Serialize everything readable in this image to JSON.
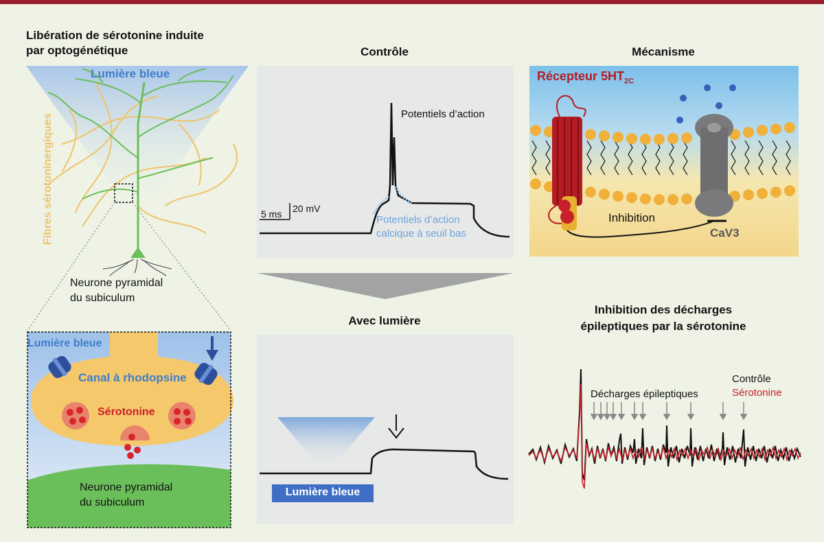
{
  "colors": {
    "top_bar": "#9b1f2e",
    "background": "#eef3e6",
    "blue_light": "#3f7ec6",
    "serotonin_red": "#c8202b",
    "fibers_yellow": "#f0c36a",
    "neuron_green": "#6bbf5a",
    "channel_blue": "#2e4f9c"
  },
  "panel_left": {
    "title_line1": "Libération de sérotonine induite",
    "title_line2": "par optogénétique",
    "light_label": "Lumière bleue",
    "fibers_label": "Fibres sérotoninergiques",
    "neuron_label_line1": "Neurone pyramidal",
    "neuron_label_line2": "du subiculum",
    "inset": {
      "light_label": "Lumière bleue",
      "channel_label": "Canal à rhodopsine",
      "serotonin_label": "Sérotonine",
      "neuron_label_line1": "Neurone pyramidal",
      "neuron_label_line2": "du subiculum"
    }
  },
  "panel_control": {
    "title": "Contrôle",
    "action_potentials_label": "Potentiels d’action",
    "low_threshold_line1": "Potentiels d’action",
    "low_threshold_line2": "calcique à seuil bas",
    "scale_time": "5 ms",
    "scale_voltage": "20 mV"
  },
  "panel_light": {
    "title": "Avec lumière",
    "light_button_label": "Lumière bleue"
  },
  "panel_mechanism": {
    "title": "Mécanisme",
    "receptor_label": "Récepteur 5HT",
    "receptor_subscript": "2C",
    "inhibition_label": "Inhibition",
    "channel_label": "CaV3"
  },
  "panel_seizures": {
    "title_line1": "Inhibition des décharges",
    "title_line2": "épileptiques par la sérotonine",
    "discharges_label": "Décharges épileptiques",
    "legend_control": "Contrôle",
    "legend_serotonin": "Sérotonine"
  }
}
